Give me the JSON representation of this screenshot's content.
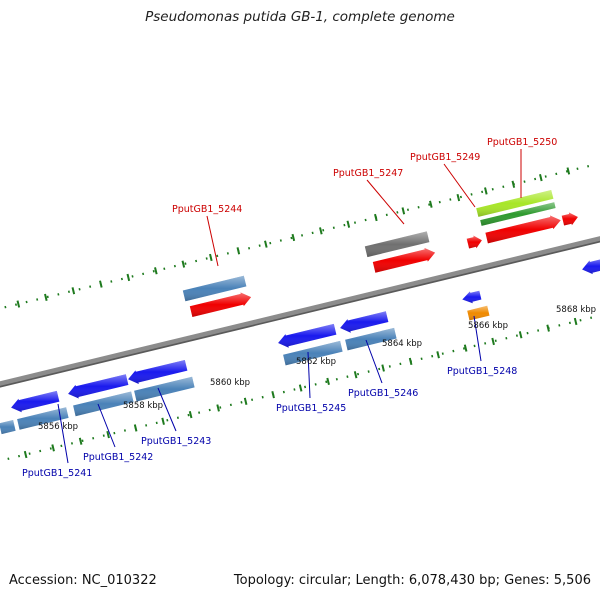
{
  "title": "Pseudomonas putida GB-1, complete genome",
  "footer": {
    "accession": "Accession: NC_010322",
    "summary": "Topology: circular; Length: 6,078,430 bp; Genes: 5,506"
  },
  "colors": {
    "backbone": "#8c8c8c",
    "tick": "#1e7a1e",
    "forward_label": "#cc0000",
    "reverse_label": "#0000aa",
    "red_gene": "#f00000",
    "blue_gene": "#1a1aee",
    "steel_gene": "#4a82b8",
    "gray_gene": "#707070",
    "orange_gene": "#f08a00",
    "lime_gene": "#a8e628",
    "green_gene": "#2f9a2f"
  },
  "scale_ticks": [
    "5856 kbp",
    "5858 kbp",
    "5860 kbp",
    "5862 kbp",
    "5864 kbp",
    "5866 kbp",
    "5868 kbp"
  ],
  "gene_labels": {
    "forward": [
      "PputGB1_5244",
      "PputGB1_5247",
      "PputGB1_5249",
      "PputGB1_5250"
    ],
    "reverse": [
      "PputGB1_5241",
      "PputGB1_5242",
      "PputGB1_5243",
      "PputGB1_5245",
      "PputGB1_5246",
      "PputGB1_5248"
    ]
  }
}
